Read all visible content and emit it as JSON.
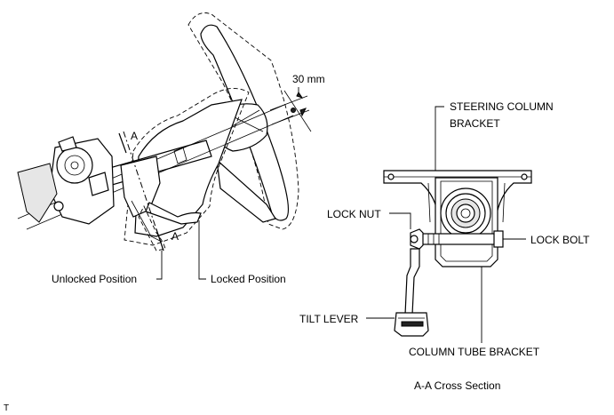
{
  "left_view": {
    "dimension_label": "30 mm",
    "section_mark_top": "A",
    "section_mark_bottom": "A",
    "unlocked_label": "Unlocked Position",
    "locked_label": "Locked Position"
  },
  "right_view": {
    "steering_column_bracket_line1": "STEERING COLUMN",
    "steering_column_bracket_line2": "BRACKET",
    "lock_nut_label": "LOCK NUT",
    "lock_bolt_label": "LOCK BOLT",
    "tilt_lever_label": "TILT LEVER",
    "column_tube_bracket_label": "COLUMN TUBE BRACKET",
    "caption": "A-A Cross Section"
  },
  "footer_mark": "T"
}
